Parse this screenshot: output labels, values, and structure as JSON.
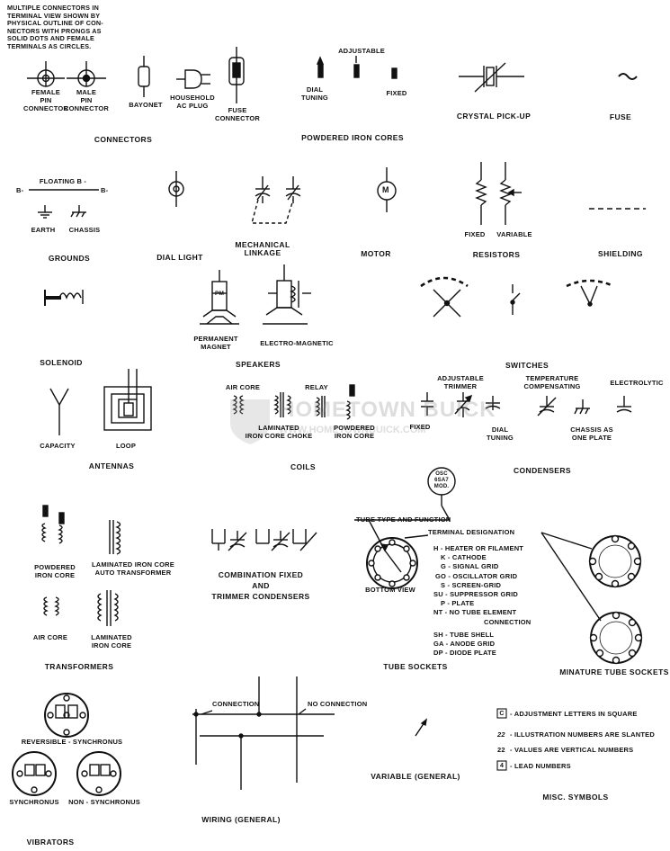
{
  "intro": [
    "MULTIPLE CONNECTORS IN",
    "TERMINAL VIEW SHOWN BY",
    "PHYSICAL OUTLINE OF CON-",
    "NECTORS WITH PRONGS AS",
    "SOLID DOTS AND FEMALE",
    "TERMINALS AS CIRCLES."
  ],
  "connectors": {
    "heading": "CONNECTORS",
    "female": [
      "FEMALE",
      "PIN",
      "CONNECTOR"
    ],
    "male": [
      "MALE",
      "PIN",
      "CONNECTOR"
    ],
    "bayonet": "BAYONET",
    "household": [
      "HOUSEHOLD",
      "AC PLUG"
    ],
    "fuse": [
      "FUSE",
      "CONNECTOR"
    ]
  },
  "cores": {
    "heading": "POWDERED  IRON CORES",
    "adjustable": "ADJUSTABLE",
    "dial": [
      "DIAL",
      "TUNING"
    ],
    "fixed": "FIXED"
  },
  "crystal": "CRYSTAL PICK-UP",
  "fuse": "FUSE",
  "grounds": {
    "floating": "FLOATING B -",
    "bleft": "B-",
    "bright": "B-",
    "earth": "EARTH",
    "chassis": "CHASSIS",
    "heading": "GROUNDS"
  },
  "dial_light": "DIAL  LIGHT",
  "mechanical": [
    "MECHANICAL",
    "LINKAGE"
  ],
  "motor": {
    "heading": "MOTOR",
    "glyph": "M"
  },
  "resistors": {
    "heading": "RESISTORS",
    "fixed": "FIXED",
    "variable": "VARIABLE"
  },
  "shielding": "SHIELDING",
  "solenoid": "SOLENOID",
  "speakers": {
    "heading": "SPEAKERS",
    "permanent": [
      "PERMANENT",
      "MAGNET"
    ],
    "electro": "ELECTRO-MAGNETIC",
    "pm_glyph": "PM"
  },
  "switches": "SWITCHES",
  "antennas": {
    "heading": "ANTENNAS",
    "capacity": "CAPACITY",
    "loop": "LOOP"
  },
  "coils": {
    "heading": "COILS",
    "air": "AIR CORE",
    "relay": "RELAY",
    "laminated": [
      "LAMINATED",
      "IRON CORE CHOKE"
    ],
    "powdered": [
      "POWDERED",
      "IRON CORE"
    ]
  },
  "condensers": {
    "heading": "CONDENSERS",
    "fixed": "FIXED",
    "adjustable": [
      "ADJUSTABLE",
      "TRIMMER"
    ],
    "dial": [
      "DIAL",
      "TUNING"
    ],
    "temp": [
      "TEMPERATURE",
      "COMPENSATING"
    ],
    "electrolytic": "ELECTROLYTIC",
    "chassis": [
      "CHASSIS AS",
      "ONE PLATE"
    ]
  },
  "tube": {
    "badge": [
      "OSC",
      "6SA7",
      "MOD."
    ],
    "type_function": "TUBE TYPE AND FUNCTION",
    "terminal": "TERMINAL DESIGNATION",
    "bottom": "BOTTOM VIEW",
    "legend": [
      "H - HEATER OR FILAMENT",
      "K - CATHODE",
      "G - SIGNAL GRID",
      "GO - OSCILLATOR GRID",
      "S - SCREEN-GRID",
      "SU - SUPPRESSOR GRID",
      "P - PLATE",
      "NT - NO TUBE ELEMENT",
      "CONNECTION",
      "SH -  TUBE SHELL",
      "GA - ANODE GRID",
      "DP - DIODE  PLATE"
    ],
    "sockets": "TUBE  SOCKETS",
    "miniature": "MINATURE TUBE SOCKETS"
  },
  "transformers": {
    "heading": "TRANSFORMERS",
    "powdered": [
      "POWDERED",
      "IRON CORE"
    ],
    "laminated_auto": [
      "LAMINATED IRON CORE",
      "AUTO TRANSFORMER"
    ],
    "air": "AIR CORE",
    "laminated": [
      "LAMINATED",
      "IRON CORE"
    ]
  },
  "combination": [
    "COMBINATION  FIXED",
    "AND",
    "TRIMMER CONDENSERS"
  ],
  "vibrators": {
    "heading": "VIBRATORS",
    "reversible": "REVERSIBLE - SYNCHRONUS",
    "synchronus": "SYNCHRONUS",
    "non": "NON - SYNCHRONUS"
  },
  "wiring": {
    "heading": "WIRING  (GENERAL)",
    "connection": "CONNECTION",
    "no_connection": "NO CONNECTION"
  },
  "variable": "VARIABLE  (GENERAL)",
  "misc": {
    "heading": "MISC.  SYMBOLS",
    "adj_box": "C",
    "adj": "- ADJUSTMENT LETTERS IN SQUARE",
    "ill_num": "22",
    "ill": "- ILLUSTRATION NUMBERS ARE SLANTED",
    "val_num": "22",
    "val": "- VALUES ARE VERTICAL  NUMBERS",
    "lead_num": "4",
    "lead": "- LEAD NUMBERS"
  },
  "watermark": {
    "brand": "HOMETOWN BUICK",
    "url": "WWW.HOMETOWNBUICK.COM"
  }
}
